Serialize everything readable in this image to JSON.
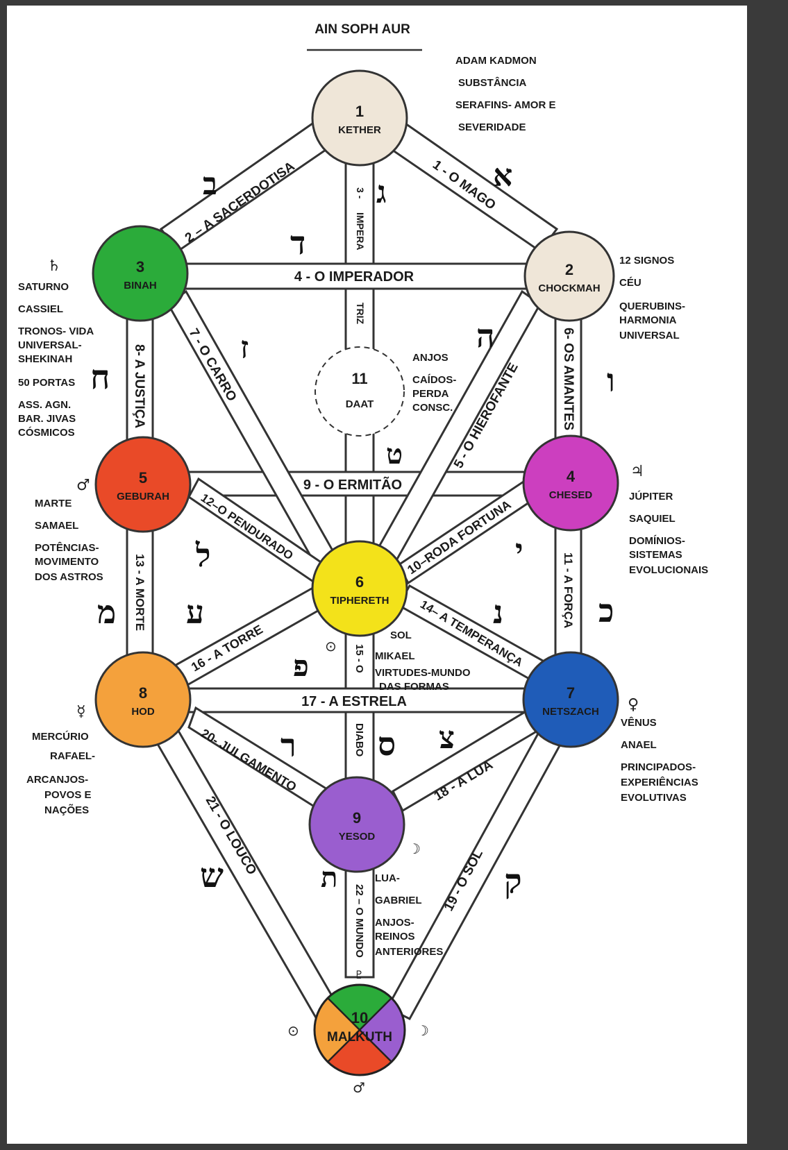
{
  "header": {
    "title": "AIN SOPH AUR"
  },
  "sephiroth": [
    {
      "id": "kether",
      "number": "1",
      "name": "KETHER",
      "color": "#efe6d8"
    },
    {
      "id": "chockmah",
      "number": "2",
      "name": "CHOCKMAH",
      "color": "#efe6d8"
    },
    {
      "id": "binah",
      "number": "3",
      "name": "BINAH",
      "color": "#2bab3a"
    },
    {
      "id": "chesed",
      "number": "4",
      "name": "CHESED",
      "color": "#cc3fbf"
    },
    {
      "id": "geburah",
      "number": "5",
      "name": "GEBURAH",
      "color": "#e94a28"
    },
    {
      "id": "tiphereth",
      "number": "6",
      "name": "TIPHERETH",
      "color": "#f3e21a"
    },
    {
      "id": "netszach",
      "number": "7",
      "name": "NETSZACH",
      "color": "#1f5cb8"
    },
    {
      "id": "hod",
      "number": "8",
      "name": "HOD",
      "color": "#f4a13c"
    },
    {
      "id": "yesod",
      "number": "9",
      "name": "YESOD",
      "color": "#9a5ecf"
    },
    {
      "id": "daat",
      "number": "11",
      "name": "DAAT",
      "color": "#ffffff"
    },
    {
      "id": "malkuth",
      "number": "10",
      "name": "MALKUTH",
      "colors": [
        "#2bab3a",
        "#9a5ecf",
        "#e94a28",
        "#f4a13c"
      ]
    }
  ],
  "paths": {
    "p1": "1 - O MAGO",
    "p2": "2 – A SACERDOTISA",
    "p3a": "3 -",
    "p3b": "IMPERA",
    "p3c": "TRIZ",
    "p4": "4  -  O  IMPERADOR",
    "p5": "5 - O HIEROFANTE",
    "p6": "6- OS AMANTES",
    "p7": "7 - O CARRO",
    "p8": "8- A JUSTIÇA",
    "p9": "9  -   O ERMITÃO",
    "p10": "10–RODA FORTUNA",
    "p11": "11 - A FORÇA",
    "p12": "12–O PENDURADO",
    "p13": "13 - A MORTE",
    "p14": "14– A TEMPERANÇA",
    "p15": "15 - O",
    "p16": "16  - A TORRE",
    "p17": "17  -  A  ESTRELA",
    "p18": "18 -  A  LUA",
    "p19": "19 - O SOL",
    "p20": "20- JULGAMENTO",
    "p21": "21 - O LOUCO",
    "p22": "22 – O MUNDO",
    "diabo": "DIABO"
  },
  "hebrew": {
    "aleph": "א",
    "beth": "ב",
    "gimel": "ג",
    "daleth": "ד",
    "he": "ה",
    "vav": "ו",
    "zayin": "ז",
    "cheth": "ח",
    "teth": "ט",
    "yod": "י",
    "kaph": "כ",
    "lamed": "ל",
    "mem": "מ",
    "nun": "נ",
    "samekh": "ס",
    "ayin": "ע",
    "pe": "פ",
    "tsadi": "צ",
    "qoph": "ק",
    "resh": "ר",
    "shin": "ש",
    "tav": "ת"
  },
  "annotations": {
    "kether": [
      "ADAM KADMON",
      "SUBSTÂNCIA",
      "SERAFINS-  AMOR E",
      "SEVERIDADE"
    ],
    "chockmah": [
      "12 SIGNOS",
      "CÉU",
      "QUERUBINS-",
      "HARMONIA",
      "UNIVERSAL"
    ],
    "binah": [
      "SATURNO",
      "CASSIEL",
      "TRONOS- VIDA",
      "UNIVERSAL-",
      "SHEKINAH",
      "50 PORTAS",
      "ASS. AGN.",
      "BAR. JIVAS",
      "CÓSMICOS"
    ],
    "daat": [
      "ANJOS",
      "CAÍDOS-",
      "PERDA",
      "CONSC."
    ],
    "chesed": [
      "JÚPITER",
      "SAQUIEL",
      "DOMÍNIOS-",
      "SISTEMAS",
      "EVOLUCIONAIS"
    ],
    "geburah": [
      "MARTE",
      "SAMAEL",
      "POTÊNCIAS-",
      "MOVIMENTO",
      "DOS ASTROS"
    ],
    "tiphereth": [
      "SOL",
      "MIKAEL",
      "VIRTUDES-MUNDO",
      "DAS FORMAS"
    ],
    "netszach": [
      "VÊNUS",
      "ANAEL",
      "PRINCIPADOS-",
      "EXPERIÊNCIAS",
      "EVOLUTIVAS"
    ],
    "hod": [
      "MERCÚRIO",
      "RAFAEL-",
      "ARCANJOS-",
      "POVOS E",
      "NAÇÕES"
    ],
    "yesod": [
      "LUA-",
      "GABRIEL",
      "ANJOS-",
      "REINOS",
      "ANTERIORES"
    ]
  },
  "symbols": {
    "saturn": "♄",
    "mars": "♂",
    "jupiter": "♃",
    "sun": "☉",
    "mercury": "☿",
    "venus": "♀",
    "moon": "☽",
    "earth_sun": "⊙",
    "pluto": "♇"
  }
}
